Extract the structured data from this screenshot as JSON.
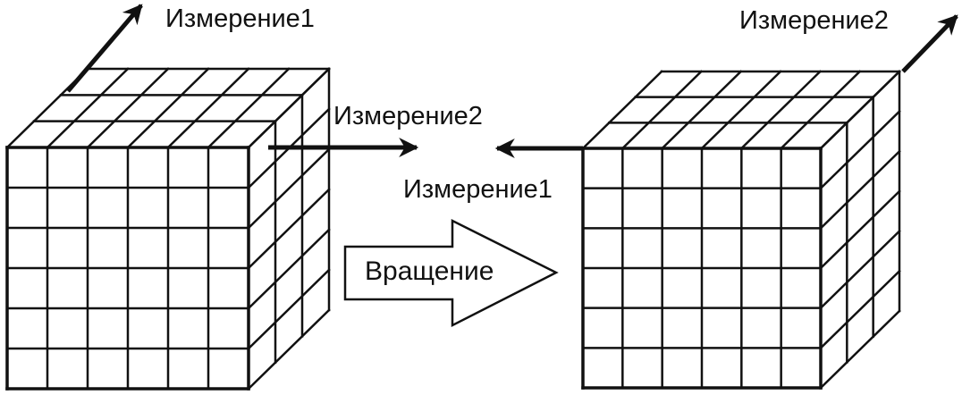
{
  "diagram": {
    "left_cube": {
      "axis_up_label": "Измерение1",
      "axis_right_label": "Измерение2"
    },
    "right_cube": {
      "axis_up_label": "Измерение2",
      "axis_left_label": "Измерение1"
    },
    "rotation_label": "Вращение",
    "grid": {
      "front_cells": 6,
      "depth_cells": 3
    },
    "colors": {
      "ink": "#111111",
      "background": "#ffffff"
    }
  }
}
